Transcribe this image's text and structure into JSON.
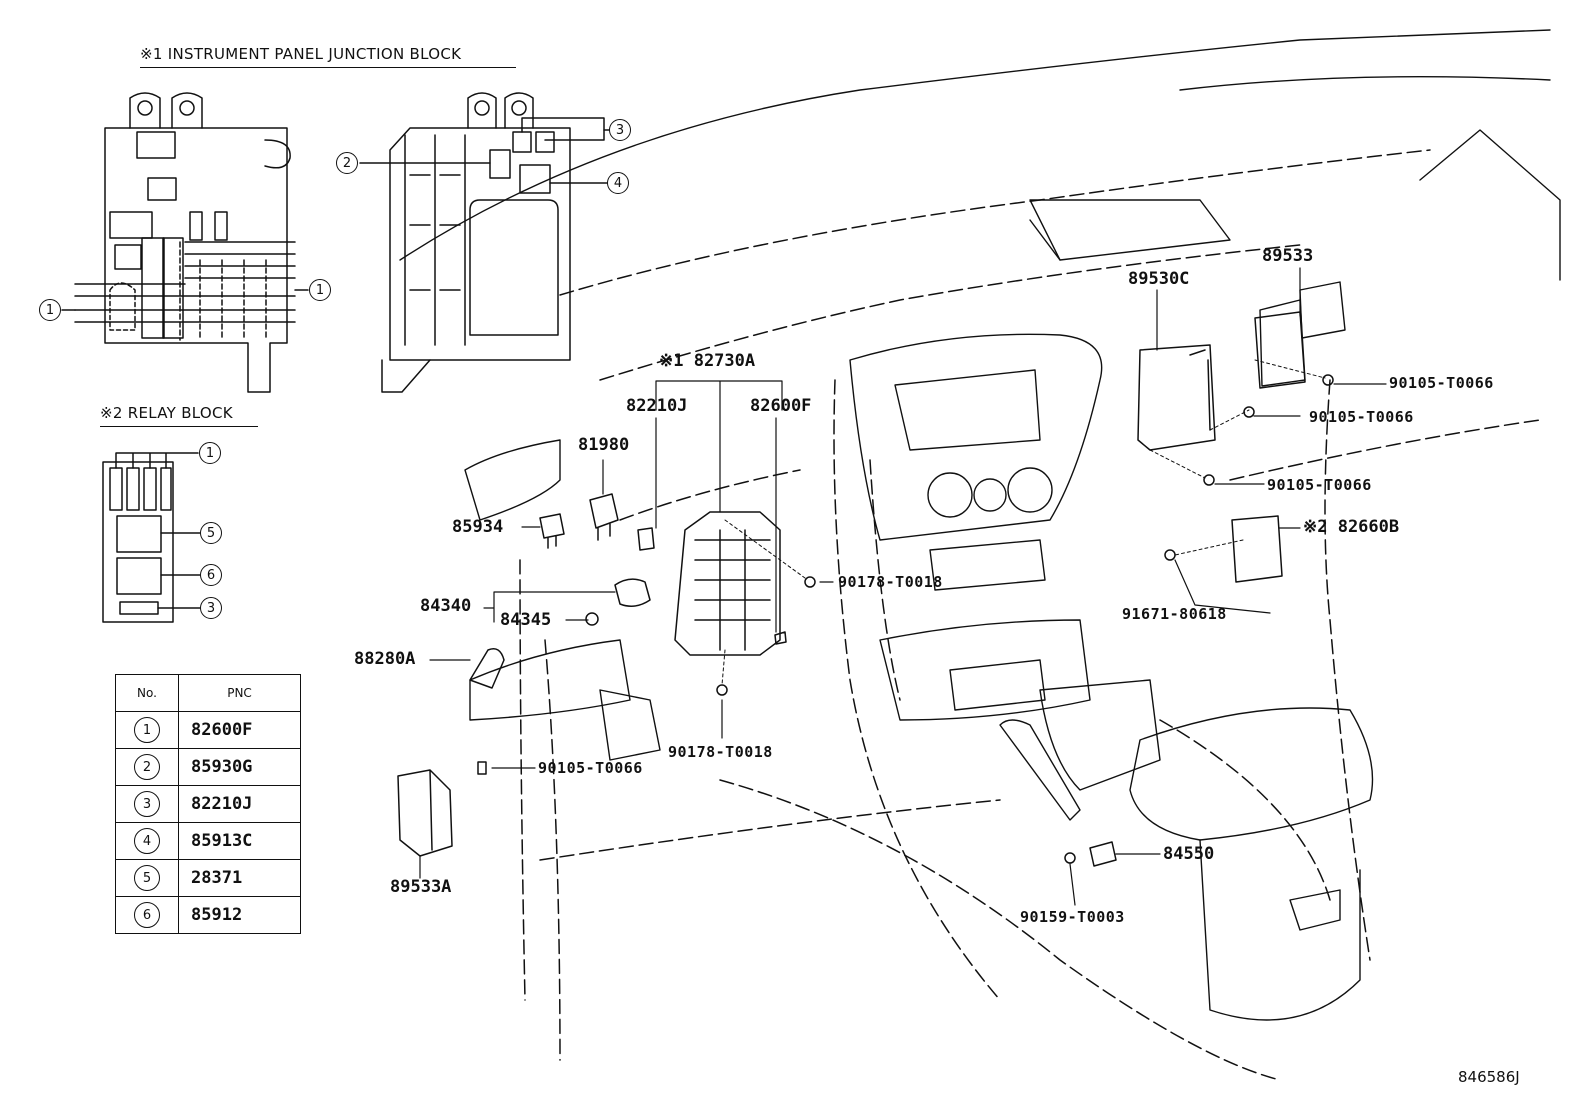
{
  "headers": {
    "junction_block": "※1 INSTRUMENT PANEL JUNCTION BLOCK",
    "relay_block": "※2 RELAY BLOCK"
  },
  "callouts": {
    "c1": "1",
    "c2": "2",
    "c3": "3",
    "c4": "4",
    "c5": "5",
    "c6": "6"
  },
  "parts": {
    "p82730A": "※1 82730A",
    "p82210J": "82210J",
    "p82600F": "82600F",
    "p81980": "81980",
    "p85934": "85934",
    "p84340": "84340",
    "p84345": "84345",
    "p88280A": "88280A",
    "p90178a": "90178-T0018",
    "p90178b": "90178-T0018",
    "p90105a": "90105-T0066",
    "p89533A": "89533A",
    "p89530C": "89530C",
    "p89533": "89533",
    "p90105b": "90105-T0066",
    "p90105c": "90105-T0066",
    "p90105d": "90105-T0066",
    "p82660B": "※2 82660B",
    "p91671": "91671-80618",
    "p84550": "84550",
    "p90159": "90159-T0003"
  },
  "table": {
    "col_no": "No.",
    "col_pnc": "PNC",
    "rows": [
      {
        "no": "1",
        "pnc": "82600F"
      },
      {
        "no": "2",
        "pnc": "85930G"
      },
      {
        "no": "3",
        "pnc": "82210J"
      },
      {
        "no": "4",
        "pnc": "85913C"
      },
      {
        "no": "5",
        "pnc": "28371"
      },
      {
        "no": "6",
        "pnc": "85912"
      }
    ]
  },
  "ref_code": "846586J"
}
